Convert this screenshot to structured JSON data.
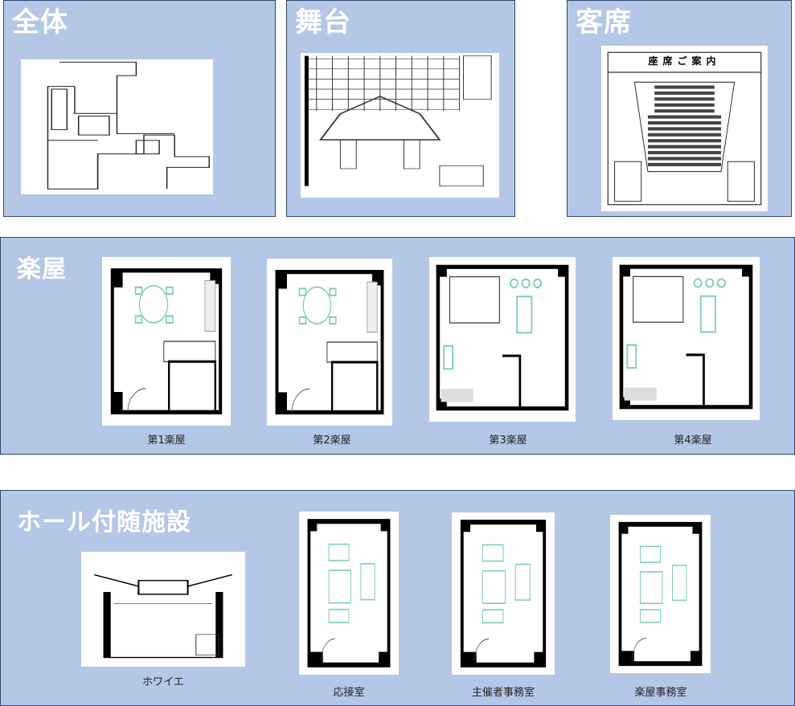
{
  "sections": {
    "overall": {
      "title": "全体"
    },
    "stage": {
      "title": "舞台"
    },
    "seating": {
      "title": "客席",
      "image_heading": "座席ご案内"
    },
    "dressing": {
      "title": "楽屋",
      "rooms": [
        {
          "caption": "第1楽屋"
        },
        {
          "caption": "第2楽屋"
        },
        {
          "caption": "第3楽屋"
        },
        {
          "caption": "第4楽屋"
        }
      ]
    },
    "facilities": {
      "title": "ホール付随施設",
      "rooms": [
        {
          "caption": "ホワイエ"
        },
        {
          "caption": "応接室"
        },
        {
          "caption": "主催者事務室"
        },
        {
          "caption": "楽屋事務室"
        }
      ]
    }
  },
  "colors": {
    "panel": "#b4c7e7",
    "border": "#2f4670",
    "title": "#ffffff",
    "furniture": "#7fcfb0"
  }
}
